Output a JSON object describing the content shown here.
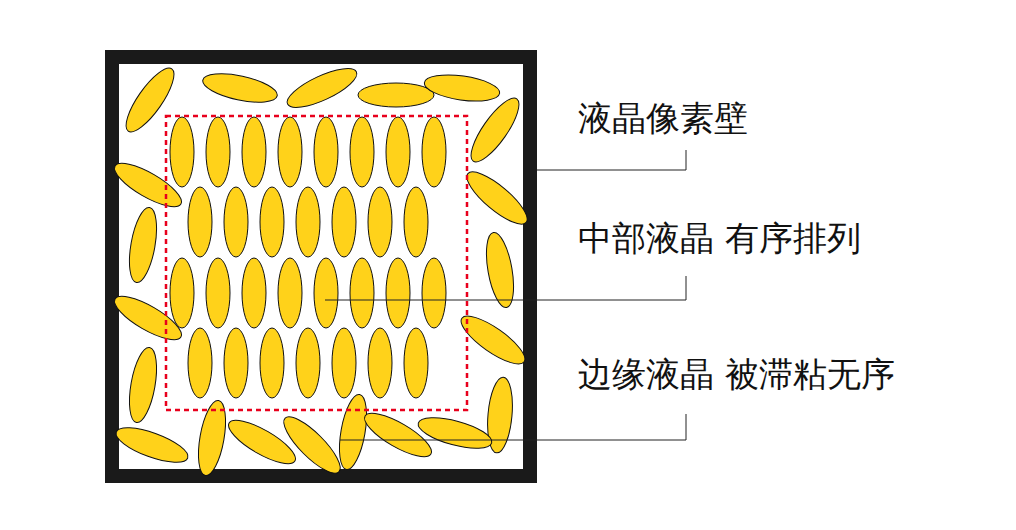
{
  "diagram": {
    "labels": [
      "液晶像素壁",
      "中部液晶 有序排列",
      "边缘液晶 被滞粘无序"
    ]
  }
}
